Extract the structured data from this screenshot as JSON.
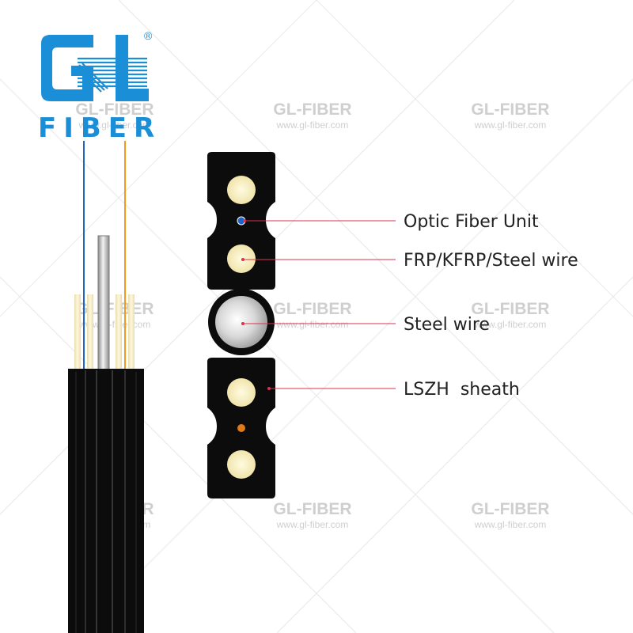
{
  "logo": {
    "word": "FIBER",
    "mark": "GL",
    "registered": "®",
    "color": "#1a8fd8"
  },
  "watermark": {
    "title": "GL-FIBER",
    "url": "www.gl-fiber.com"
  },
  "callouts": [
    {
      "label": "Optic Fiber Unit",
      "color": "#e0304a"
    },
    {
      "label": "FRP/KFRP/Steel wire",
      "color": "#e0304a"
    },
    {
      "label": "Steel wire",
      "color": "#e0304a"
    },
    {
      "label": "LSZH  sheath",
      "color": "#e0304a"
    }
  ],
  "colors": {
    "sheath": "#0c0c0c",
    "fiber_blue": "#1f64c8",
    "fiber_orange": "#f29a1e",
    "frp_core": "#f7f0c0",
    "accent_dot": "#e07a16"
  }
}
